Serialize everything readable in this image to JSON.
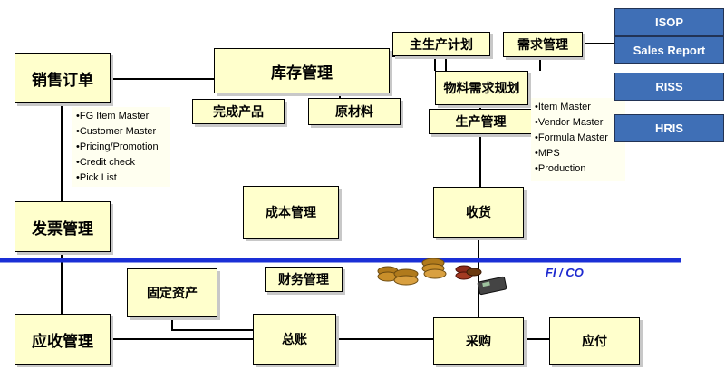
{
  "colors": {
    "box_fill": "#ffffcc",
    "note_fill": "#fffff0",
    "system_fill": "#3f6fb6",
    "divider": "#1a2fd6",
    "fico_text": "#1f2bd0"
  },
  "modules": {
    "sales_order": "销售订单",
    "inventory": "库存管理",
    "finished_goods": "完成产品",
    "raw_materials": "原材料",
    "master_production_plan": "主生产计划",
    "demand_management": "需求管理",
    "mrp": "物料需求规划",
    "production_management": "生产管理",
    "invoice_management": "发票管理",
    "cost_management": "成本管理",
    "receiving": "收货",
    "finance_management": "财务管理",
    "fixed_assets": "固定资产",
    "accounts_receivable": "应收管理",
    "general_ledger": "总账",
    "purchasing": "采购",
    "accounts_payable": "应付"
  },
  "sales_notes": [
    "•FG Item Master",
    "•Customer Master",
    "•Pricing/Promotion",
    "•Credit check",
    "•Pick List"
  ],
  "production_notes": [
    "•Item Master",
    "•Vendor Master",
    "•Formula Master",
    "•MPS",
    "•Production"
  ],
  "systems": {
    "isop": "ISOP",
    "sales_report": "Sales Report",
    "riss": "RISS",
    "hris": "HRIS"
  },
  "divider_label": "FI / CO",
  "decoration_icon": "coin-stacks-and-calculator-icon"
}
